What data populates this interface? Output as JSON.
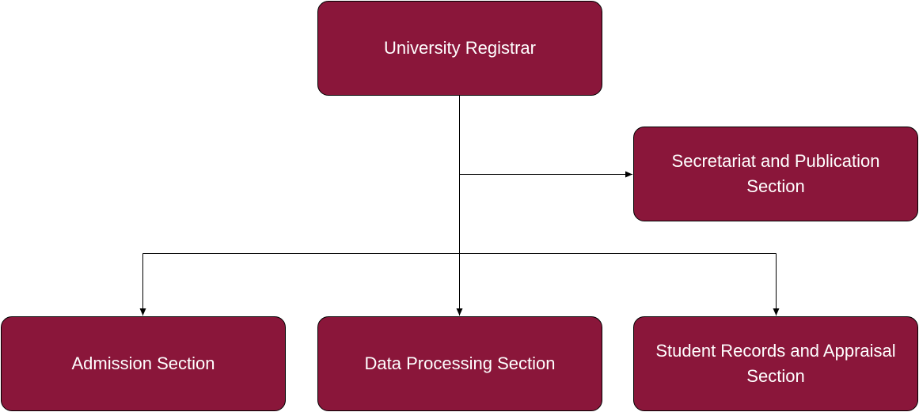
{
  "colors": {
    "box_fill": "#8a163a",
    "box_text": "#ffffff",
    "connector": "#000000"
  },
  "nodes": {
    "registrar": "University Registrar",
    "secretariat": "Secretariat and Publication Section",
    "admission": "Admission Section",
    "data_processing": "Data Processing Section",
    "student_records": "Student Records and Appraisal Section"
  }
}
